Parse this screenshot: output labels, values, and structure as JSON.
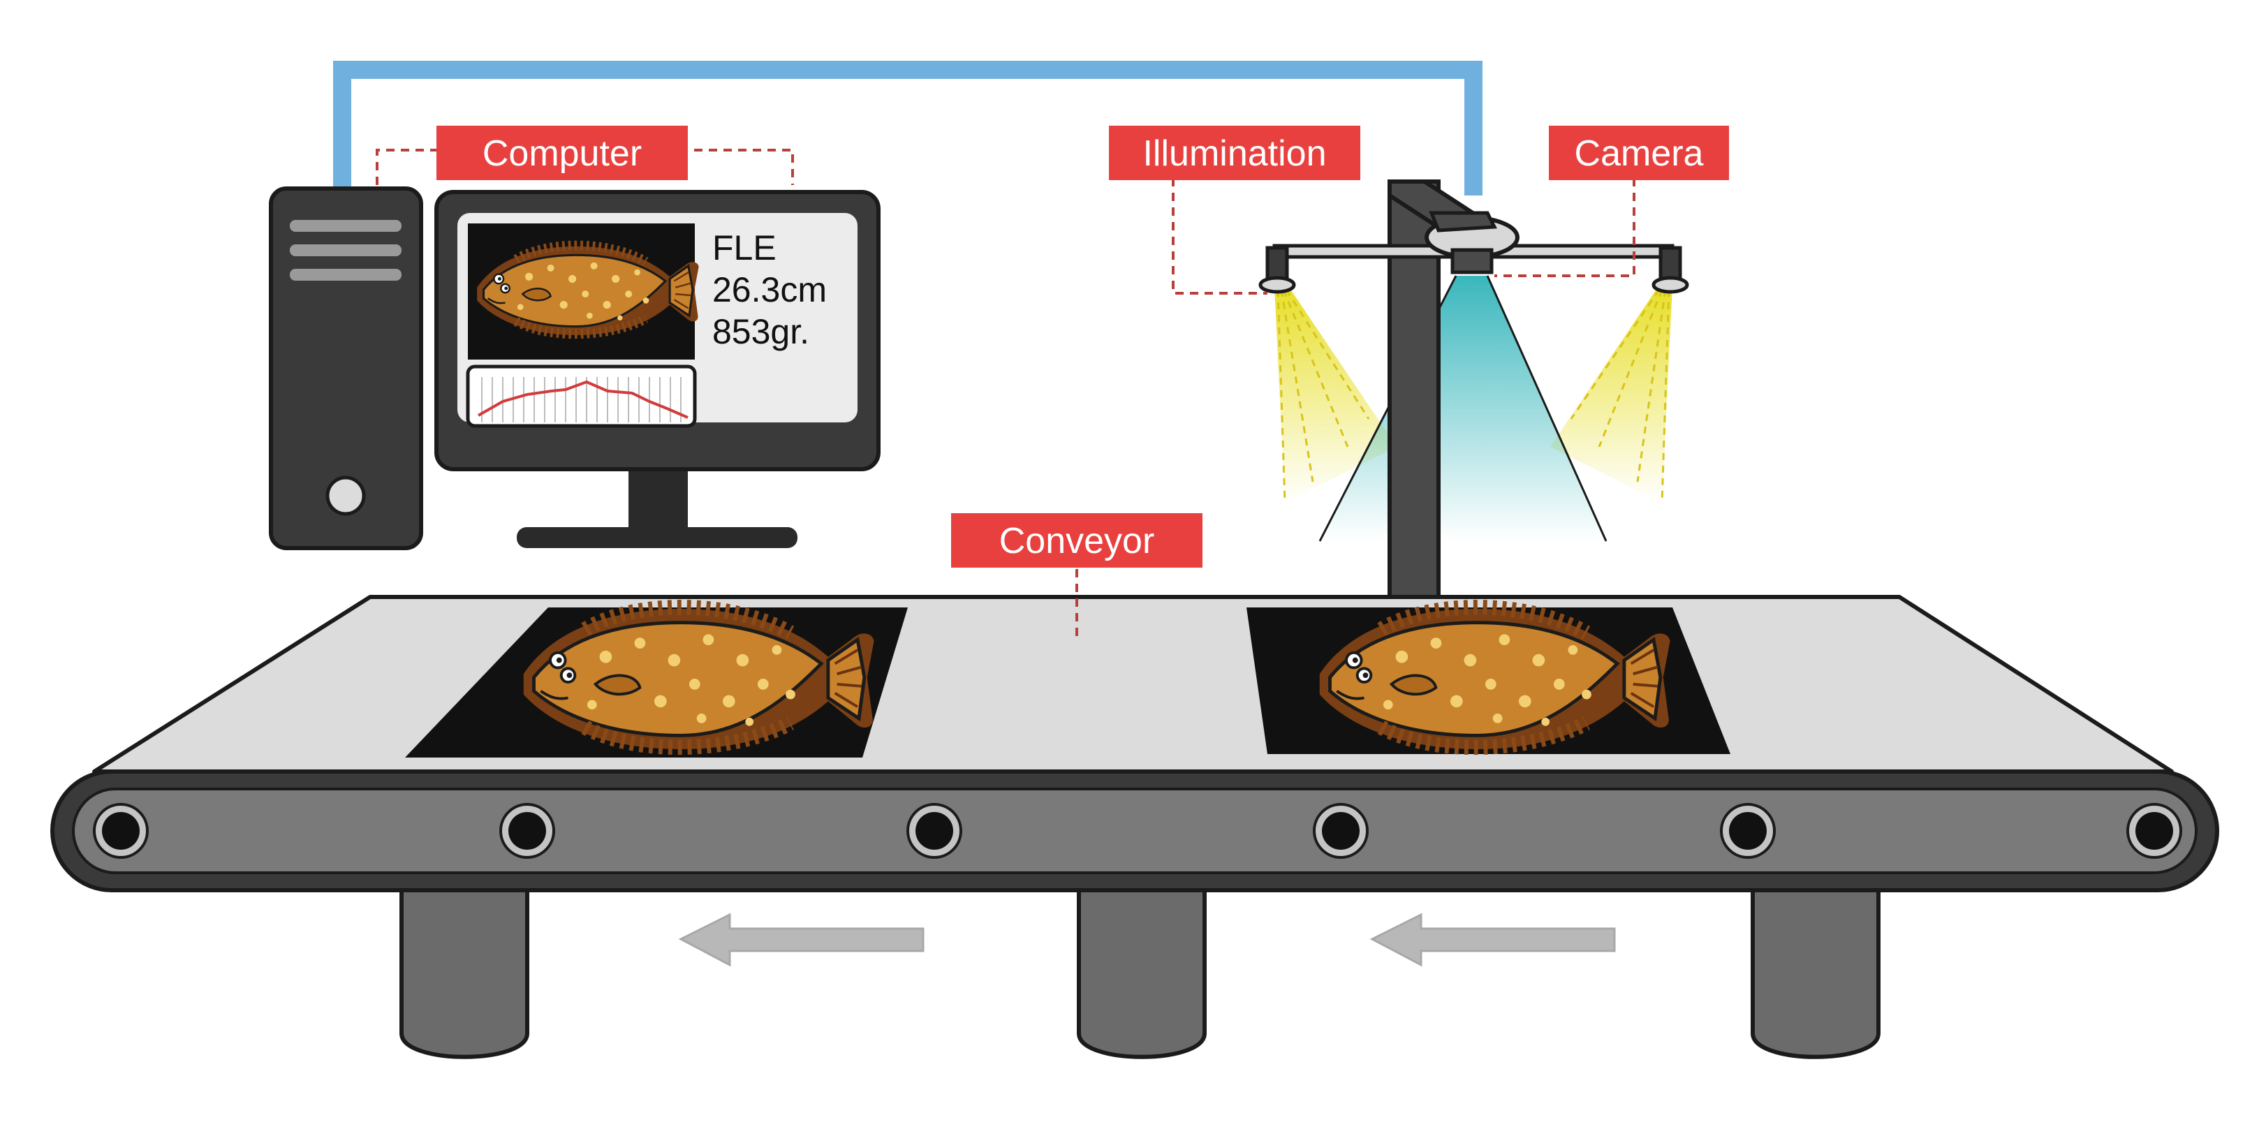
{
  "labels": {
    "computer": "Computer",
    "illumination": "Illumination",
    "camera": "Camera",
    "conveyor": "Conveyor"
  },
  "screen": {
    "species": "FLE",
    "length": "26.3cm",
    "weight": "853gr."
  },
  "colors": {
    "label_bg": "#e8403e",
    "cable": "#6fb0de",
    "leader_line": "#b8403a",
    "belt_top": "#dcdcdc",
    "belt_side": "#6b6b6b",
    "fish_body": "#c9832c",
    "fish_spots": "#f3cf73",
    "light_beam": "#e6dd1e",
    "camera_beam": "#3cb8bf",
    "arrow": "#b8b8b8"
  },
  "icons": [
    "computer-tower-icon",
    "monitor-icon",
    "flatfish-icon",
    "camera-icon",
    "lamp-icon",
    "conveyor-roller-icon",
    "direction-arrow-icon"
  ]
}
